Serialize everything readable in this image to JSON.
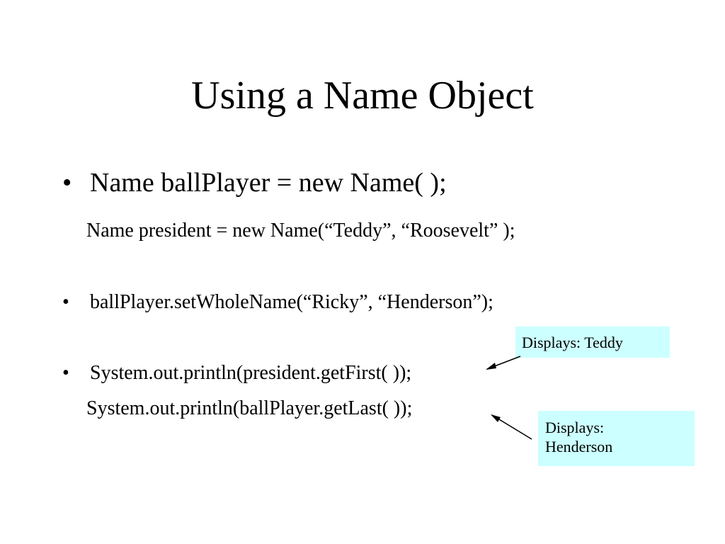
{
  "slide": {
    "title": "Using a Name Object",
    "bullet_glyph": "•",
    "lines": [
      "Name ballPlayer = new Name( );",
      "Name president = new Name(“Teddy”, “Roosevelt” );",
      "ballPlayer.setWholeName(“Ricky”, “Henderson”);",
      "System.out.println(president.getFirst( ));",
      "System.out.println(ballPlayer.getLast( ));"
    ],
    "callouts": [
      {
        "text": "Displays: Teddy"
      },
      {
        "line1": "Displays:",
        "line2": "Henderson"
      }
    ],
    "callout_color": "#ccffff"
  }
}
